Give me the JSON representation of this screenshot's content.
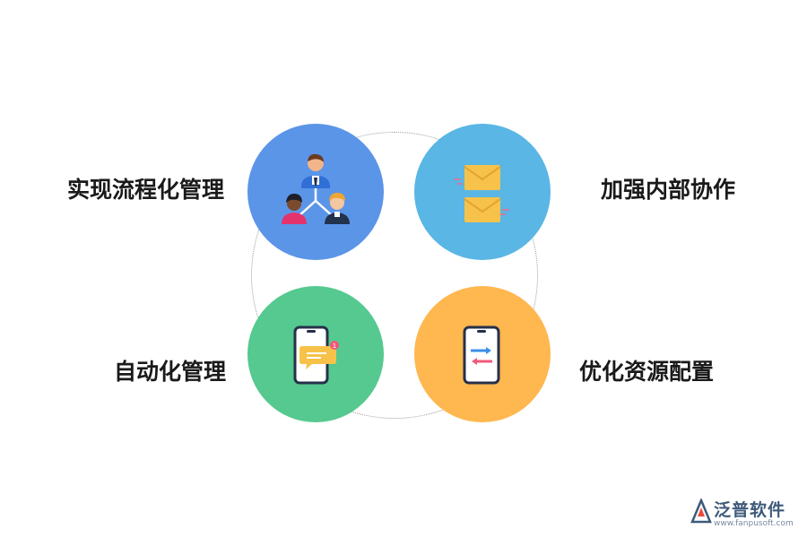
{
  "items": [
    {
      "label": "实现流程化管理",
      "color": "#5b95e8",
      "icon": "team-hierarchy-icon"
    },
    {
      "label": "加强内部协作",
      "color": "#5ab6e4",
      "icon": "envelopes-icon"
    },
    {
      "label": "自动化管理",
      "color": "#55c98f",
      "icon": "phone-message-icon"
    },
    {
      "label": "优化资源配置",
      "color": "#ffb74f",
      "icon": "phone-exchange-icon"
    }
  ],
  "logo": {
    "name": "泛普软件",
    "url": "www.fanpusoft.com"
  }
}
